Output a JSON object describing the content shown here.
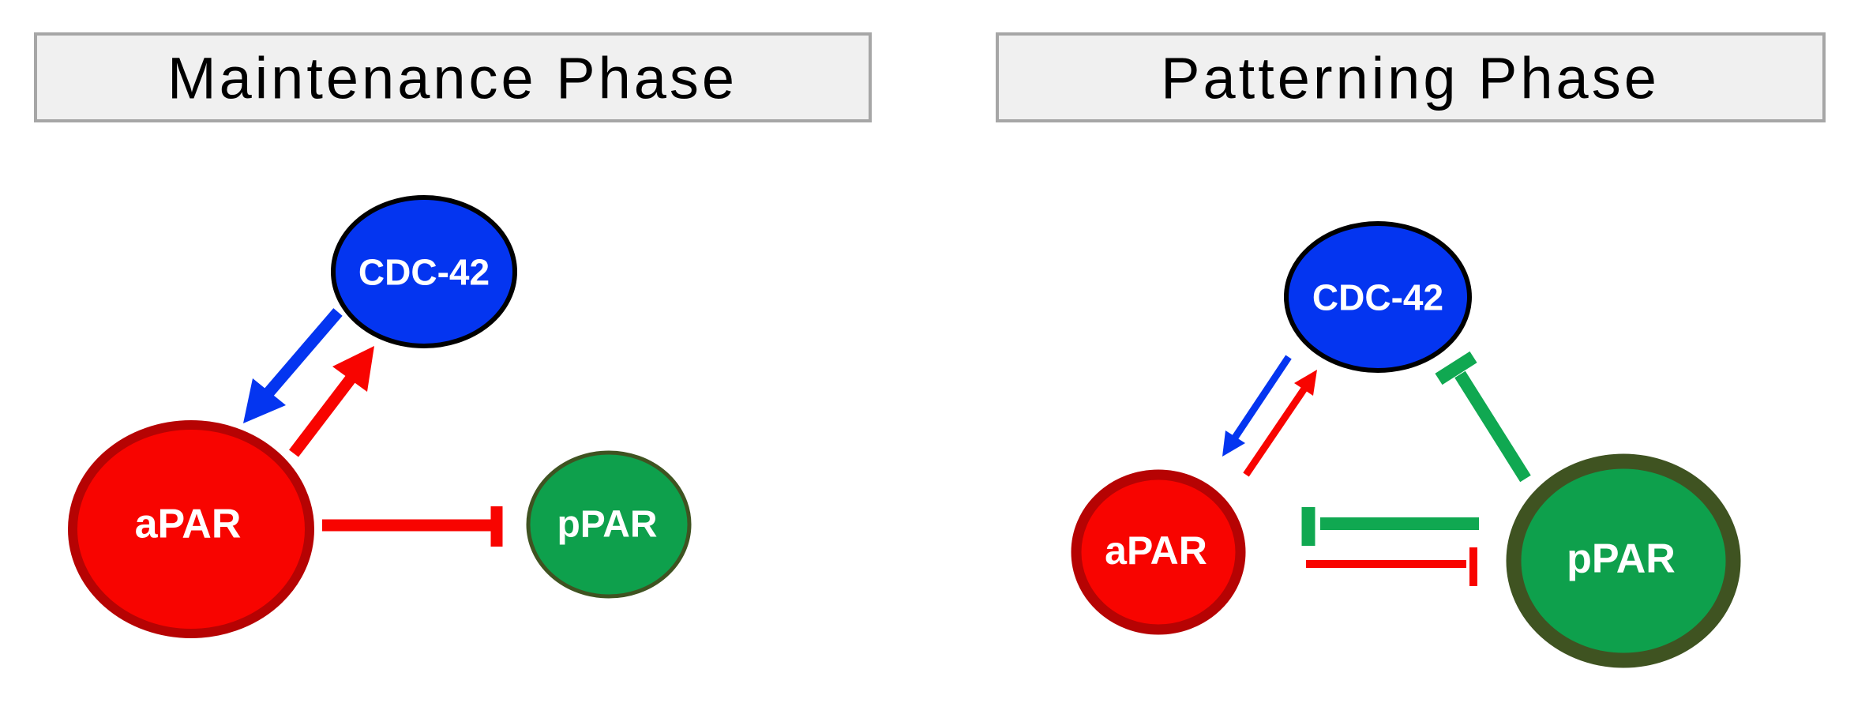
{
  "colors": {
    "blue": "#0435F0",
    "red": "#F80400",
    "dark_red": "#B60303",
    "green": "#10A851",
    "green_fill": "#0EA04C",
    "dark_olive": "#3F5321",
    "black": "#000000",
    "node_text": "#FFFFFF",
    "title_text": "#000000",
    "title_bg": "#F0F0F0",
    "title_border": "#A6A6A6"
  },
  "panels": [
    {
      "id": "maintenance",
      "title": "Maintenance Phase",
      "nodes": [
        {
          "id": "cdc42",
          "label": "CDC-42",
          "color": "blue",
          "relative_size": "medium"
        },
        {
          "id": "apar",
          "label": "aPAR",
          "color": "red",
          "relative_size": "large"
        },
        {
          "id": "ppar",
          "label": "pPAR",
          "color": "green",
          "relative_size": "small"
        }
      ],
      "edges": [
        {
          "from": "CDC-42",
          "to": "aPAR",
          "type": "activation-arrow",
          "color": "blue",
          "strength": "strong"
        },
        {
          "from": "aPAR",
          "to": "CDC-42",
          "type": "activation-arrow",
          "color": "red",
          "strength": "strong"
        },
        {
          "from": "aPAR",
          "to": "pPAR",
          "type": "inhibition-bar",
          "color": "red",
          "strength": "strong"
        }
      ]
    },
    {
      "id": "patterning",
      "title": "Patterning Phase",
      "nodes": [
        {
          "id": "cdc42",
          "label": "CDC-42",
          "color": "blue",
          "relative_size": "medium"
        },
        {
          "id": "apar",
          "label": "aPAR",
          "color": "red",
          "relative_size": "small"
        },
        {
          "id": "ppar",
          "label": "pPAR",
          "color": "green",
          "relative_size": "large"
        }
      ],
      "edges": [
        {
          "from": "CDC-42",
          "to": "aPAR",
          "type": "activation-arrow",
          "color": "blue",
          "strength": "weak"
        },
        {
          "from": "aPAR",
          "to": "CDC-42",
          "type": "activation-arrow",
          "color": "red",
          "strength": "weak"
        },
        {
          "from": "pPAR",
          "to": "CDC-42",
          "type": "inhibition-bar",
          "color": "green",
          "strength": "strong"
        },
        {
          "from": "pPAR",
          "to": "aPAR",
          "type": "inhibition-bar",
          "color": "green",
          "strength": "strong"
        },
        {
          "from": "aPAR",
          "to": "pPAR",
          "type": "inhibition-bar",
          "color": "red",
          "strength": "weak"
        }
      ]
    }
  ]
}
